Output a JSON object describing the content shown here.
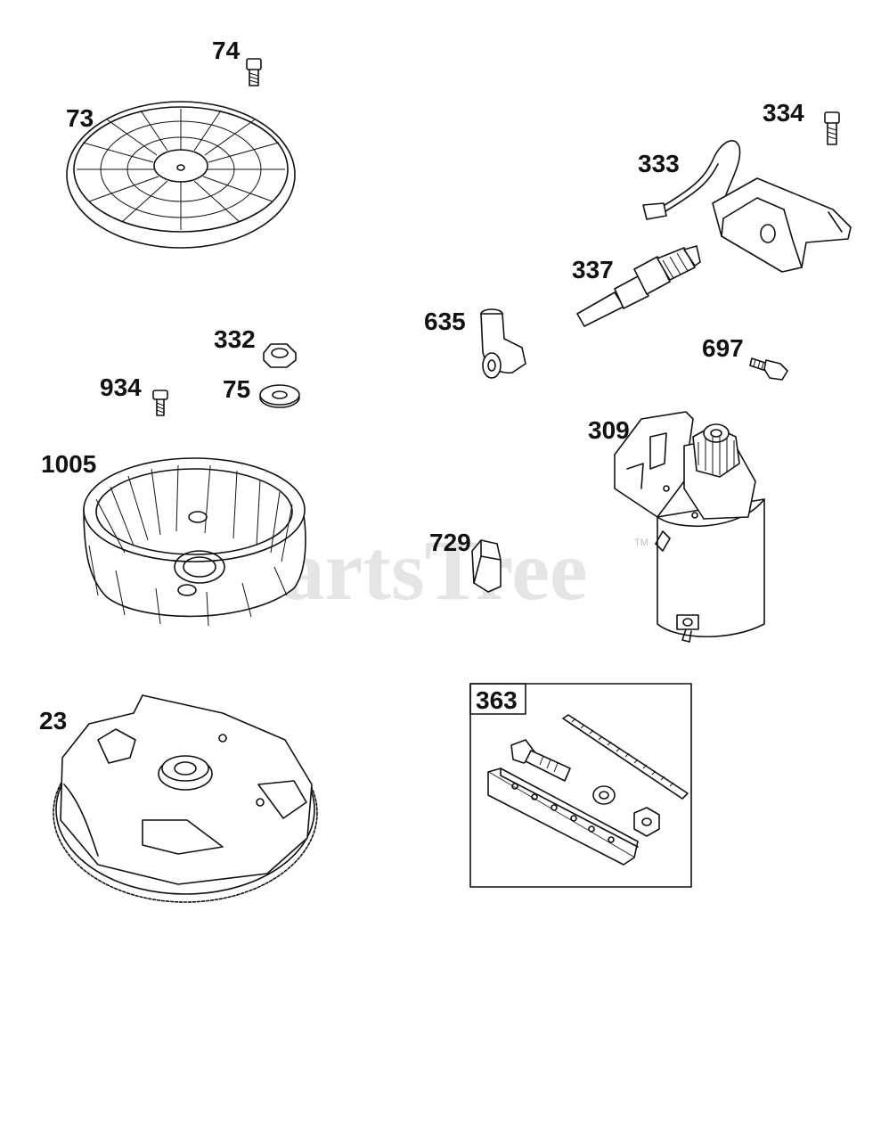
{
  "watermark": {
    "text": "PartsTree",
    "tm": "TM"
  },
  "parts": {
    "p74": {
      "label": "74"
    },
    "p73": {
      "label": "73"
    },
    "p334": {
      "label": "334"
    },
    "p333": {
      "label": "333"
    },
    "p337": {
      "label": "337"
    },
    "p635": {
      "label": "635"
    },
    "p697": {
      "label": "697"
    },
    "p332": {
      "label": "332"
    },
    "p934": {
      "label": "934"
    },
    "p75": {
      "label": "75"
    },
    "p309": {
      "label": "309"
    },
    "p1005": {
      "label": "1005"
    },
    "p729": {
      "label": "729"
    },
    "p23": {
      "label": "23"
    },
    "p363": {
      "label": "363"
    }
  }
}
